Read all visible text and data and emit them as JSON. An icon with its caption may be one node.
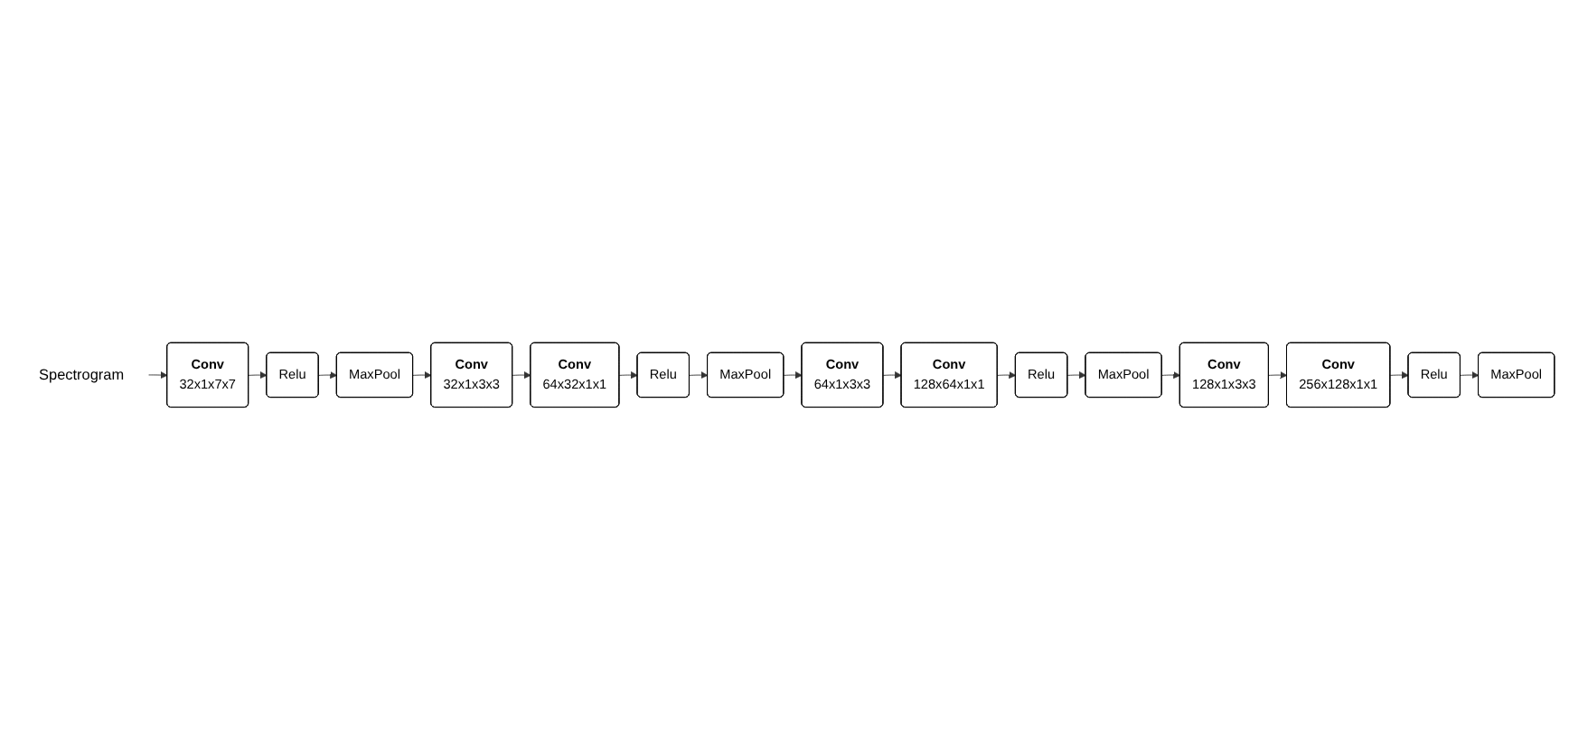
{
  "diagram": {
    "nodes": [
      {
        "text": [
          "Spectrogram"
        ]
      },
      {
        "text": [
          "Conv",
          "32x1x7x7"
        ]
      },
      {
        "text": [
          "Relu"
        ]
      },
      {
        "text": [
          "MaxPool"
        ]
      },
      {
        "text": [
          "Conv",
          "32x1x3x3"
        ]
      },
      {
        "text": [
          "Conv",
          "64x32x1x1"
        ]
      },
      {
        "text": [
          "Relu"
        ]
      },
      {
        "text": [
          "MaxPool"
        ]
      },
      {
        "text": [
          "Conv",
          "64x1x3x3"
        ]
      },
      {
        "text": [
          "Conv",
          "128x64x1x1"
        ]
      },
      {
        "text": [
          "Relu"
        ]
      },
      {
        "text": [
          "MaxPool"
        ]
      },
      {
        "text": [
          "Conv",
          "128x1x3x3"
        ]
      },
      {
        "text": [
          "Conv",
          "256x128x1x1"
        ]
      },
      {
        "text": [
          "Relu"
        ]
      },
      {
        "text": [
          "MaxPool"
        ]
      }
    ],
    "edges": [
      {
        "from": 0,
        "to": 1,
        "arrow": "to"
      },
      {
        "from": 1,
        "to": 2,
        "arrow": "to"
      },
      {
        "from": 2,
        "to": 3,
        "arrow": "to"
      },
      {
        "from": 3,
        "to": 4,
        "arrow": "to"
      },
      {
        "from": 4,
        "to": 5,
        "arrow": "to"
      },
      {
        "from": 5,
        "to": 6,
        "arrow": "to"
      },
      {
        "from": 6,
        "to": 7,
        "arrow": "to"
      },
      {
        "from": 7,
        "to": 8,
        "arrow": "to"
      },
      {
        "from": 8,
        "to": 9,
        "arrow": "to"
      },
      {
        "from": 9,
        "to": 10,
        "arrow": "to"
      },
      {
        "from": 10,
        "to": 11,
        "arrow": "to"
      },
      {
        "from": 11,
        "to": 12,
        "arrow": "to"
      },
      {
        "from": 12,
        "to": 13,
        "arrow": "to"
      },
      {
        "from": 13,
        "to": 14,
        "arrow": "to"
      },
      {
        "from": 14,
        "to": 15,
        "arrow": "to"
      }
    ]
  }
}
